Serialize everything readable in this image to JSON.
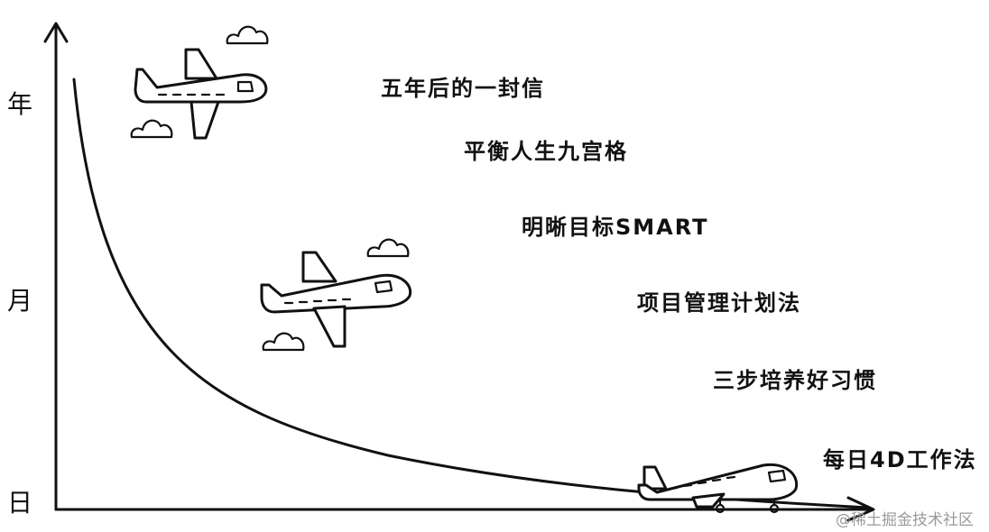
{
  "axis": {
    "y_labels": {
      "top": "年",
      "middle": "月",
      "bottom": "日"
    }
  },
  "steps": [
    "五年后的一封信",
    "平衡人生九宫格",
    "明晰目标SMART",
    "项目管理计划法",
    "三步培养好习惯",
    "每日4D工作法"
  ],
  "watermark": "@稀土掘金技术社区",
  "colors": {
    "ink": "#111111",
    "watermark": "#9a9a9a",
    "background": "#ffffff"
  }
}
